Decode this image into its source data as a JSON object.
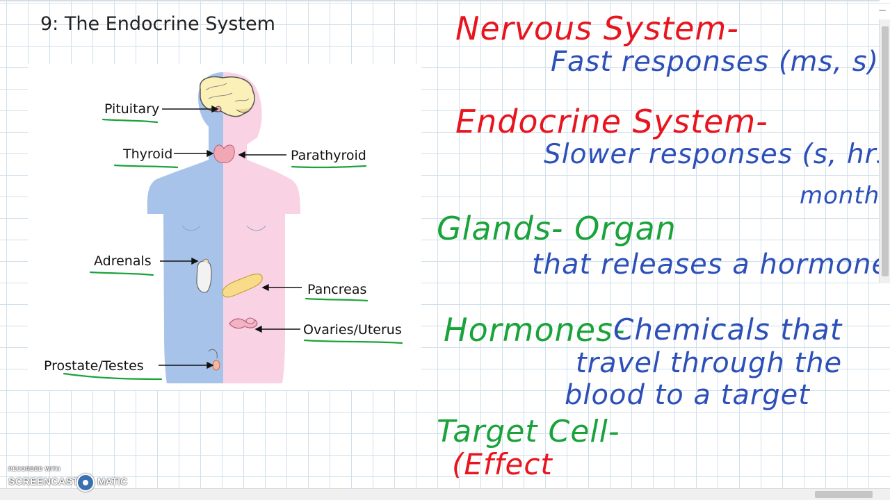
{
  "slide": {
    "title": "9: The Endocrine System"
  },
  "diagram": {
    "labels": {
      "pituitary": "Pituitary",
      "thyroid": "Thyroid",
      "parathyroid": "Parathyroid",
      "adrenals": "Adrenals",
      "pancreas": "Pancreas",
      "ovaries_uterus": "Ovaries/Uterus",
      "prostate_testes": "Prostate/Testes"
    }
  },
  "notes": {
    "nervous_heading": "Nervous System-",
    "nervous_text": "Fast responses (ms, s)",
    "endocrine_heading": "Endocrine System-",
    "endocrine_text_1": "Slower responses (s, hrs,",
    "endocrine_text_2": "months)",
    "glands_heading": "Glands- Organ",
    "glands_text": "that releases a hormone",
    "hormones_heading": "Hormones-",
    "hormones_text_1": "Chemicals that",
    "hormones_text_2": "travel through the",
    "hormones_text_3": "blood to a target",
    "target_heading": "Target Cell-",
    "target_text": "(Effect"
  },
  "watermark": {
    "recorded_with": "RECORDED WITH",
    "brand_left": "SCREENCAST",
    "brand_right": "MATIC"
  },
  "colors": {
    "red": "#e8141e",
    "blue": "#2c4fb8",
    "green": "#1aa33a"
  }
}
